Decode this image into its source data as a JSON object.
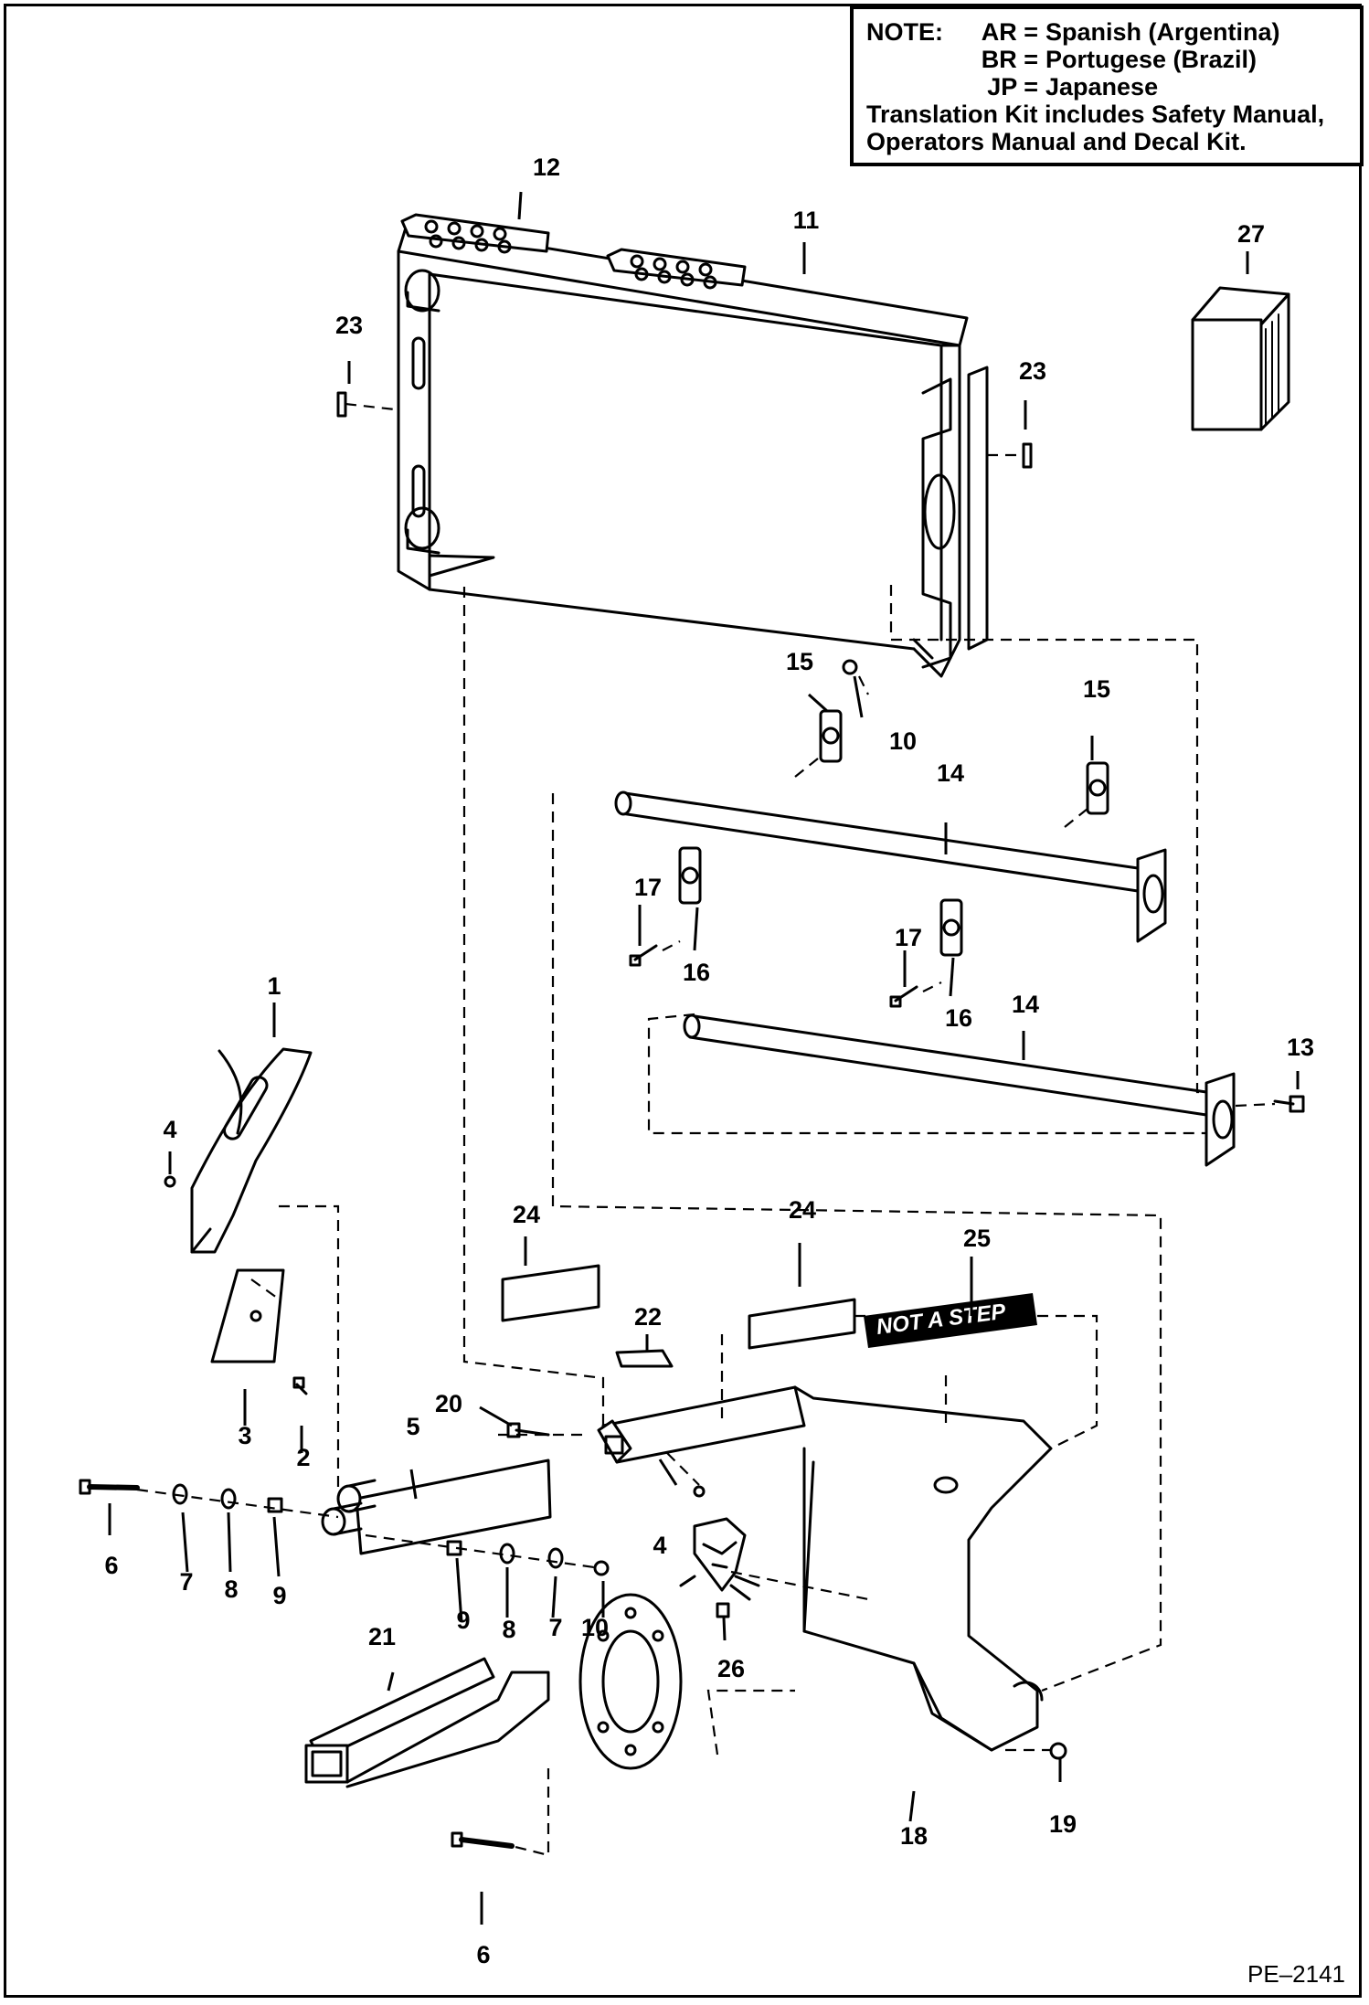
{
  "note": {
    "title": "NOTE:",
    "codes": [
      {
        "key": "AR =",
        "value": "Spanish (Argentina)"
      },
      {
        "key": "BR =",
        "value": "Portugese (Brazil)"
      },
      {
        "key": "JP =",
        "value": "Japanese"
      }
    ],
    "line1": "Translation Kit includes Safety Manual,",
    "line2": "Operators Manual and Decal Kit."
  },
  "decals": {
    "not_a_step": "NOT A STEP"
  },
  "callouts": [
    "1",
    "2",
    "3",
    "4",
    "4",
    "5",
    "6",
    "6",
    "7",
    "7",
    "8",
    "8",
    "9",
    "9",
    "10",
    "10",
    "11",
    "12",
    "13",
    "14",
    "14",
    "15",
    "15",
    "16",
    "16",
    "17",
    "17",
    "18",
    "19",
    "20",
    "21",
    "22",
    "23",
    "23",
    "24",
    "24",
    "25",
    "26",
    "27"
  ],
  "figure_code": "PE–2141"
}
